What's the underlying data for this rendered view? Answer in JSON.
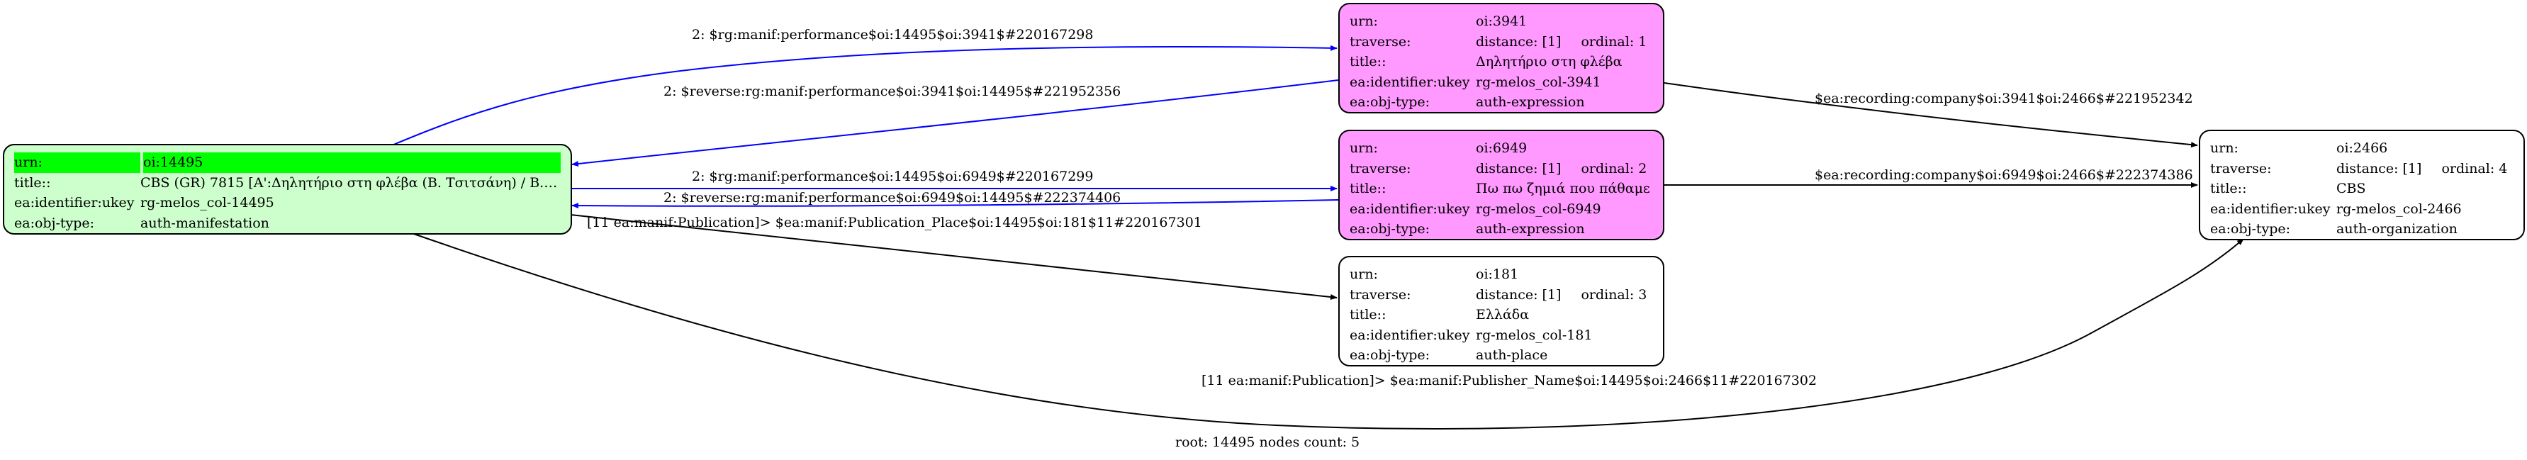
{
  "nodes": {
    "n14495": {
      "rows": [
        {
          "k": "urn:",
          "v": "oi:14495"
        },
        {
          "k": "title::",
          "v": "CBS (GR) 7815 [A':Δηλητήριο στη φλέβα (Β. Τσιτσάνη) / Β. Τ..."
        },
        {
          "k": "ea:identifier:ukey",
          "v": "rg-melos_col-14495"
        },
        {
          "k": "ea:obj-type:",
          "v": "auth-manifestation"
        }
      ]
    },
    "n3941": {
      "rows": [
        {
          "k": "urn:",
          "v": "oi:3941"
        },
        {
          "k": "traverse:",
          "v": "distance: [1]",
          "extra": "ordinal: 1"
        },
        {
          "k": "title::",
          "v": "Δηλητήριο στη φλέβα"
        },
        {
          "k": "ea:identifier:ukey",
          "v": "rg-melos_col-3941"
        },
        {
          "k": "ea:obj-type:",
          "v": "auth-expression"
        }
      ]
    },
    "n6949": {
      "rows": [
        {
          "k": "urn:",
          "v": "oi:6949"
        },
        {
          "k": "traverse:",
          "v": "distance: [1]",
          "extra": "ordinal: 2"
        },
        {
          "k": "title::",
          "v": "Πω πω ζημιά που πάθαμε"
        },
        {
          "k": "ea:identifier:ukey",
          "v": "rg-melos_col-6949"
        },
        {
          "k": "ea:obj-type:",
          "v": "auth-expression"
        }
      ]
    },
    "n181": {
      "rows": [
        {
          "k": "urn:",
          "v": "oi:181"
        },
        {
          "k": "traverse:",
          "v": "distance: [1]",
          "extra": "ordinal: 3"
        },
        {
          "k": "title::",
          "v": "Ελλάδα"
        },
        {
          "k": "ea:identifier:ukey",
          "v": "rg-melos_col-181"
        },
        {
          "k": "ea:obj-type:",
          "v": "auth-place"
        }
      ]
    },
    "n2466": {
      "rows": [
        {
          "k": "urn:",
          "v": "oi:2466"
        },
        {
          "k": "traverse:",
          "v": "distance: [1]",
          "extra": "ordinal: 4"
        },
        {
          "k": "title::",
          "v": "CBS"
        },
        {
          "k": "ea:identifier:ukey",
          "v": "rg-melos_col-2466"
        },
        {
          "k": "ea:obj-type:",
          "v": "auth-organization"
        }
      ]
    }
  },
  "edges": {
    "e1": "2: $rg:manif:performance$oi:14495$oi:3941$#220167298",
    "e2": "2: $reverse:rg:manif:performance$oi:3941$oi:14495$#221952356",
    "e3": "2: $rg:manif:performance$oi:14495$oi:6949$#220167299",
    "e4": "2: $reverse:rg:manif:performance$oi:6949$oi:14495$#222374406",
    "e5": "[11 ea:manif:Publication]> $ea:manif:Publication_Place$oi:14495$oi:181$11#220167301",
    "e6": "$ea:recording:company$oi:3941$oi:2466$#221952342",
    "e7": "$ea:recording:company$oi:6949$oi:2466$#222374386",
    "e8": "[11 ea:manif:Publication]> $ea:manif:Publisher_Name$oi:14495$oi:2466$11#220167302"
  },
  "footer": "root: 14495 nodes count: 5",
  "colors": {
    "manifestation": "#ccffcc",
    "expression": "#ff99ff",
    "highlight": "#00ff00",
    "reverse_edge": "#0000ff",
    "forward_edge": "#000000"
  }
}
